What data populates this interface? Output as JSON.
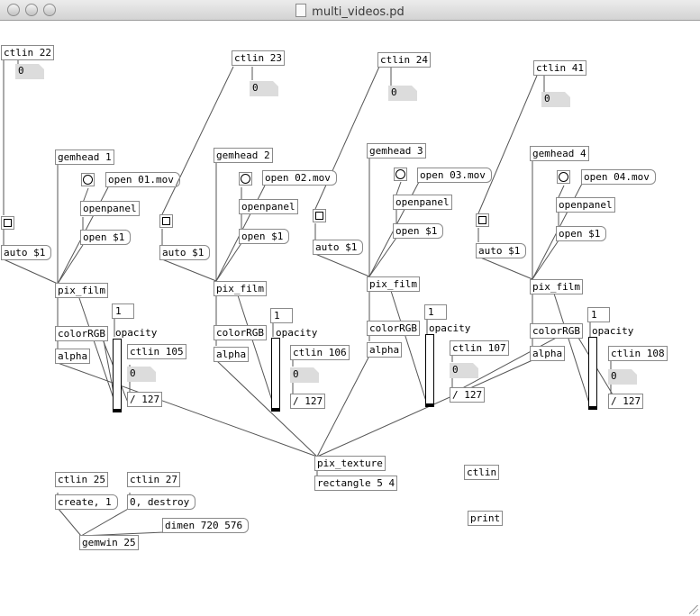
{
  "window": {
    "title": "multi_videos.pd"
  },
  "objects": {
    "ctlin22": "ctlin 22",
    "ctlin23": "ctlin 23",
    "ctlin24": "ctlin 24",
    "ctlin41": "ctlin 41",
    "gemhead1": "gemhead 1",
    "gemhead2": "gemhead 2",
    "gemhead3": "gemhead 3",
    "gemhead4": "gemhead 4",
    "openpanel1": "openpanel",
    "openpanel2": "openpanel",
    "openpanel3": "openpanel",
    "openpanel4": "openpanel",
    "pixfilm1": "pix_film",
    "pixfilm2": "pix_film",
    "pixfilm3": "pix_film",
    "pixfilm4": "pix_film",
    "colorrgb1": "colorRGB",
    "colorrgb2": "colorRGB",
    "colorrgb3": "colorRGB",
    "colorrgb4": "colorRGB",
    "alpha1": "alpha",
    "alpha2": "alpha",
    "alpha3": "alpha",
    "alpha4": "alpha",
    "ctlin105": "ctlin 105",
    "ctlin106": "ctlin 106",
    "ctlin107": "ctlin 107",
    "ctlin108": "ctlin 108",
    "div1": "/ 127",
    "div2": "/ 127",
    "div3": "/ 127",
    "div4": "/ 127",
    "pixtexture": "pix_texture",
    "rectangle": "rectangle 5 4",
    "ctlin25": "ctlin 25",
    "ctlin27": "ctlin 27",
    "gemwin": "gemwin 25",
    "ctlin": "ctlin",
    "print": "print"
  },
  "messages": {
    "open1": "open 01.mov",
    "open2": "open 02.mov",
    "open3": "open 03.mov",
    "open4": "open 04.mov",
    "openv1": "open $1",
    "openv2": "open $1",
    "openv3": "open $1",
    "openv4": "open $1",
    "auto1": "auto $1",
    "auto2": "auto $1",
    "auto3": "auto $1",
    "auto4": "auto $1",
    "create": "create, 1",
    "destroy": "0, destroy",
    "dimen": "dimen 720 576"
  },
  "numbers": {
    "n22": "0",
    "n23": "0",
    "n24": "0",
    "n41": "0",
    "n105": "0",
    "n106": "0",
    "n107": "0",
    "n108": "0",
    "one1": "1",
    "one2": "1",
    "one3": "1",
    "one4": "1"
  },
  "labels": {
    "op1": "opacity",
    "op2": "opacity",
    "op3": "opacity",
    "op4": "opacity"
  },
  "icons": {
    "toggle": "toggle-box",
    "bang": "bang-circle",
    "slider": "vertical-slider"
  }
}
